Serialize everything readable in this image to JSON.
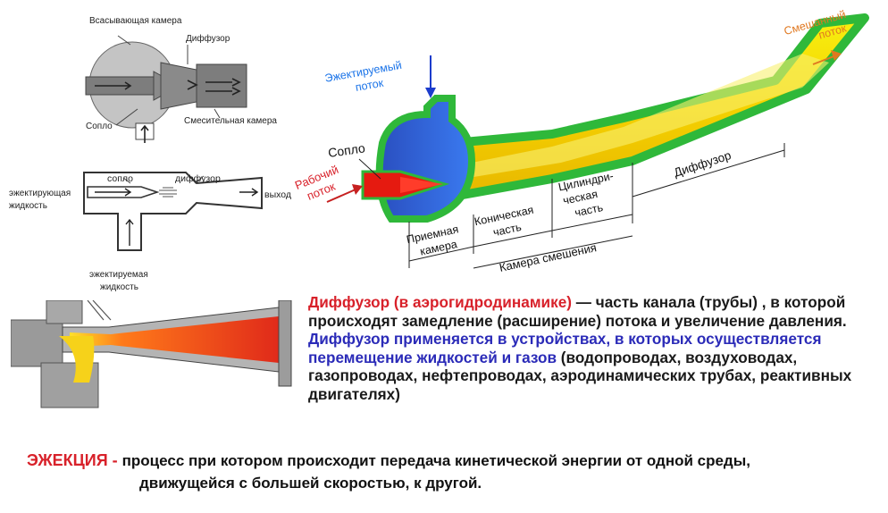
{
  "colors": {
    "red": "#d8212a",
    "blue": "#2b2bb8",
    "yellow": "#f5e600",
    "green": "#2fb83a",
    "pipe_blue": "#1f5fe0",
    "orange": "#e07820"
  },
  "diagram_top_left": {
    "suction_chamber": "Всасывающая камера",
    "diffuser": "Диффузор",
    "nozzle": "Сопло",
    "mixing_chamber": "Смесительная камера"
  },
  "diagram_mid_left": {
    "nozzle": "сопло",
    "diffuser": "диффузор",
    "ejecting_liquid": "эжектирующая жидкость",
    "outlet": "выход",
    "ejected_liquid": "эжектируемая жидкость"
  },
  "diagram_3d": {
    "ejected_flow": "Эжектируемый поток",
    "mixed_flow": "Смешанный поток",
    "nozzle": "Сопло",
    "working_flow": "Рабочий поток",
    "receiving_chamber": "Приемная камера",
    "conical_part": "Коническая часть",
    "cylindrical_part": "Цилиндри- ческая часть",
    "diffuser": "Диффузор",
    "mixing_chamber": "Камера смешения"
  },
  "definition": {
    "term": "Диффузор (в аэрогидродинамике)",
    "text1": " — часть канала (трубы) , в которой происходят замедление (расширение) потока и увеличение давления.",
    "highlight": " Диффузор применяется в устройствах, в которых осуществляется перемещение жидкостей и газов",
    "text2": " (водопроводах, воздуховодах, газопроводах, нефтепроводах, аэродинамических трубах, реактивных двигателях)"
  },
  "ejection": {
    "term": "ЭЖЕКЦИЯ - ",
    "line1": "процесс при котором происходит передача кинетической энергии от одной среды,",
    "line2": "движущейся с большей скоростью, к другой."
  }
}
